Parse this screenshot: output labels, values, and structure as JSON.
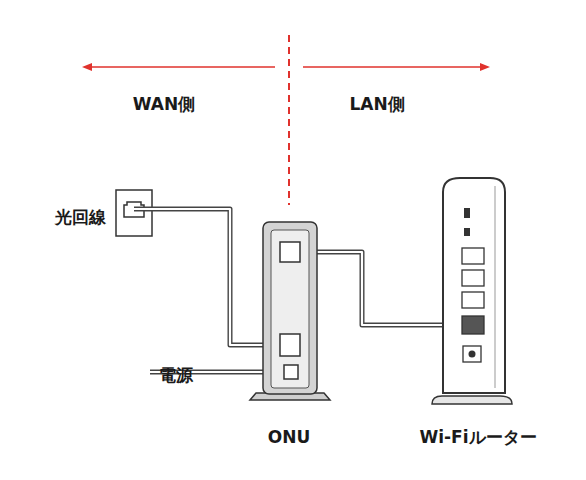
{
  "diagram": {
    "labels": [
      "WAN側",
      "LAN側",
      "光回線",
      "電源",
      "ONU",
      "Wi-Fiルーター"
    ]
  }
}
